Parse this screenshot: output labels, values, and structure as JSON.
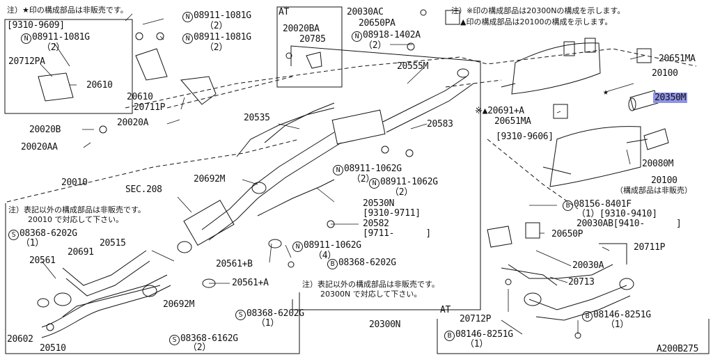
{
  "note_top_left": "注）★印の構成部品は非販売です。",
  "note_top_right_1": "注）※印の構成部品は20300Nの構成を示します。",
  "note_top_right_2": "▲印の構成部品は20100の構成を示します。",
  "box_topleft_range": "[9310-9609]",
  "box_at_title": "AT",
  "at_bottom_label": "AT",
  "parts": {
    "n08911_1081g_a": "08911-1081G",
    "qty2_a": "（2）",
    "n08911_1081g_b": "08911-1081G",
    "qty2_b": "（2）",
    "n08911_1081g_box": "08911-1081G",
    "qty2_box": "（2）",
    "p20712pa": "20712PA",
    "p20610_box": "20610",
    "p20610": "20610",
    "p20711p_left": "20711P",
    "p20020a": "20020A",
    "p20020b": "20020B",
    "p20020aa": "20020AA",
    "p20020ba": "20020BA",
    "p20785": "20785",
    "p20030ac": "20030AC",
    "p20650pa": "20650PA",
    "n08918_1402a": "08918-1402A",
    "qty2_c": "（2）",
    "p20555m": "20555M",
    "p20535": "20535",
    "p20583": "20583",
    "n08911_1062g_a": "08911-1062G",
    "qty2_d": "（2）",
    "n08911_1062g_b": "08911-1062G",
    "qty2_e": "（2）",
    "p20692m_a": "20692M",
    "p20530n": "20530N",
    "range_9310_9711": "[9310-9711]",
    "p20582": "20582",
    "range_9711": "[9711-      ]",
    "n08911_1062g_c": "08911-1062G",
    "qty4": "（4）",
    "p20561b": "20561+B",
    "b08368_6202g_a": "08368-6202G",
    "p20561a": "20561+A",
    "p20010": "20010",
    "sec208": "SEC.208",
    "note_mid_1": "注）表記以外の構成部品は非販売です。",
    "note_mid_2": "20010 で対応して下さい。",
    "s08368_6202g_a": "08368-6202G",
    "qty1_a": "（1）",
    "p20515": "20515",
    "p20691": "20691",
    "p20561": "20561",
    "p20692m_b": "20692M",
    "s08368_6202g_b": "08368-6202G",
    "qty1_b": "（1）",
    "s08368_6162g": "08368-6162G",
    "qty2_f": "（2）",
    "p20602": "20602",
    "p20510": "20510",
    "note_bottom_1": "注）表記以外の構成部品は非販売です。",
    "note_bottom_2": "20300N で対応して下さい。",
    "p20300n": "20300N",
    "p20651ma_a": "20651MA",
    "p20100": "20100",
    "p20350m": "20350M",
    "p20691a": "※▲20691+A",
    "p20651ma_b": "20651MA",
    "range_9310_9606": "[9310-9606]",
    "p20080m": "20080M",
    "p20100_b": "20100",
    "note_not_sold": "（構成部品は非販売）",
    "b08156_8401f": "08156-8401F",
    "range_b1": "（1）[9310-9410]",
    "p20030ab": "20030AB[9410-      ]",
    "p20650p": "20650P",
    "p20711p_right": "20711P",
    "p20030a": "20030A",
    "p20713": "20713",
    "p20712p": "20712P",
    "b08146_8251g_a": "08146-8251G",
    "qty1_c": "（1）",
    "b08146_8251g_b": "08146-8251G",
    "qty1_d": "（1）",
    "figure_id": "A200B275"
  },
  "symbols": {
    "n": "N",
    "s": "S",
    "b": "B",
    "star": "★"
  }
}
